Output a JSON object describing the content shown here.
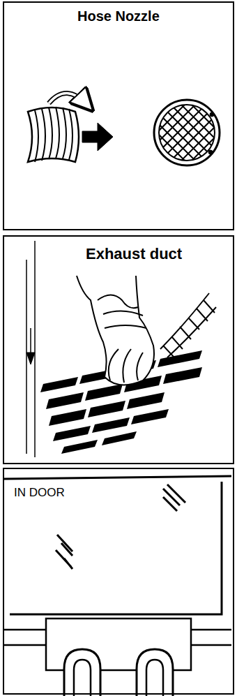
{
  "diagram": {
    "nodes": [
      {
        "text": [
          "Hose Nozzle"
        ]
      },
      {
        "text": [
          "Exhaust duct"
        ]
      },
      {
        "text": [
          "IN DOOR"
        ]
      }
    ]
  }
}
